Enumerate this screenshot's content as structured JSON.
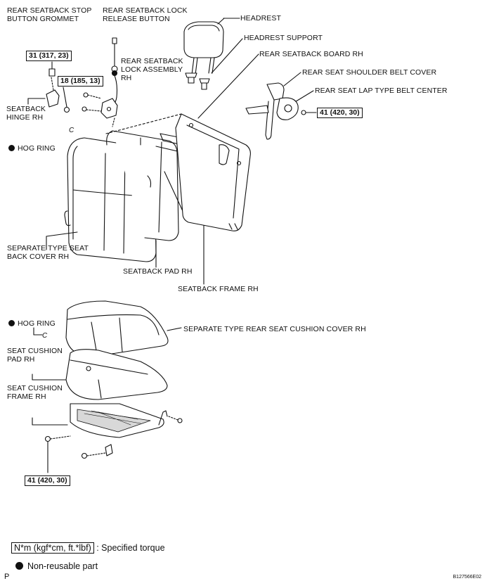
{
  "labels": {
    "stop_button_grommet": "REAR SEATBACK STOP\nBUTTON GROMMET",
    "lock_release_button": "REAR SEATBACK LOCK\nRELEASE BUTTON",
    "headrest": "HEADREST",
    "headrest_support": "HEADREST SUPPORT",
    "seatback_board": "REAR SEATBACK BOARD RH",
    "lock_assembly": "REAR SEATBACK\nLOCK ASSEMBLY\nRH",
    "shoulder_belt_cover": "REAR SEAT SHOULDER BELT COVER",
    "lap_belt_center": "REAR SEAT LAP TYPE BELT CENTER",
    "seatback_hinge": "SEATBACK\nHINGE RH",
    "hog_ring_top": "HOG RING",
    "back_cover": "SEPARATE TYPE SEAT\nBACK COVER RH",
    "seatback_pad": "SEATBACK PAD RH",
    "seatback_frame": "SEATBACK FRAME RH",
    "hog_ring_bottom": "HOG RING",
    "cushion_cover": "SEPARATE TYPE REAR SEAT CUSHION COVER RH",
    "cushion_pad": "SEAT CUSHION\nPAD RH",
    "cushion_frame": "SEAT CUSHION\nFRAME RH",
    "hog_ring_glyph": "C"
  },
  "torques": {
    "hinge_upper": "31 (317, 23)",
    "hinge_lower": "18 (185, 13)",
    "belt_center": "41 (420, 30)",
    "cushion_frame": "41 (420, 30)"
  },
  "legend": {
    "torque_unit": "N*m (kgf*cm, ft.*lbf)",
    "torque_text": ": Specified torque",
    "nonreusable_text": "Non-reusable part"
  },
  "footer": {
    "page_letter": "P",
    "figure_id": "B127566E02"
  },
  "colors": {
    "ink": "#111111",
    "fill": "#ffffff",
    "shade": "#d8d8d8"
  }
}
